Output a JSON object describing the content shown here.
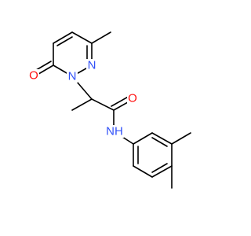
{
  "colors": {
    "bond": "#000000",
    "nitrogen": "#3050F8",
    "oxygen": "#FF0D0D",
    "background": "#FFFFFF"
  },
  "atoms": {
    "ring_nitrogen_lower": "N",
    "ring_nitrogen_upper": "N",
    "ring_carbonyl_oxygen": "O",
    "amide_oxygen": "O",
    "amide_nh": "NH"
  }
}
